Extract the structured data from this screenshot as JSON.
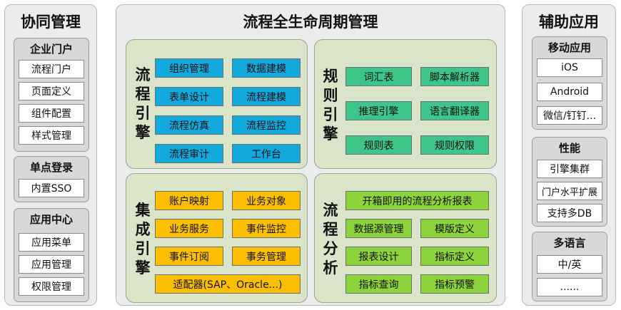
{
  "left": {
    "title": "协同管理",
    "groups": [
      {
        "title": "企业门户",
        "items": [
          "流程门户",
          "页面定义",
          "组件配置",
          "样式管理"
        ]
      },
      {
        "title": "单点登录",
        "items": [
          "内置SSO"
        ]
      },
      {
        "title": "应用中心",
        "items": [
          "应用菜单",
          "应用管理",
          "权限管理"
        ]
      }
    ]
  },
  "center": {
    "title": "流程全生命周期管理",
    "process_engine": {
      "label": [
        "流",
        "程",
        "引",
        "擎"
      ],
      "items": [
        "组织管理",
        "数据建模",
        "表单设计",
        "流程建模",
        "流程仿真",
        "流程监控",
        "流程审计",
        "工作台"
      ]
    },
    "rule_engine": {
      "label": [
        "规",
        "则",
        "引",
        "擎"
      ],
      "items": [
        "词汇表",
        "脚本解析器",
        "推理引擎",
        "语言翻译器",
        "规则表",
        "规则权限"
      ]
    },
    "integration_engine": {
      "label": [
        "集",
        "成",
        "引",
        "擎"
      ],
      "items": [
        "账户映射",
        "业务对象",
        "业务服务",
        "事件监控",
        "事件订阅",
        "事务管理",
        "适配器(SAP、Oracle...)"
      ]
    },
    "process_analytics": {
      "label": [
        "流",
        "程",
        "分",
        "析"
      ],
      "items": [
        "开箱即用的流程分析报表",
        "数据源管理",
        "模版定义",
        "报表设计",
        "指标定义",
        "指标查询",
        "指标预警"
      ]
    }
  },
  "right": {
    "title": "辅助应用",
    "groups": [
      {
        "title": "移动应用",
        "items": [
          "iOS",
          "Android",
          "微信/钉钉..."
        ]
      },
      {
        "title": "性能",
        "items": [
          "引擎集群",
          "门户水平扩展",
          "支持多DB"
        ]
      },
      {
        "title": "多语言",
        "items": [
          "中/英",
          "......"
        ]
      }
    ]
  },
  "colors": {
    "process_engine": "#13a9dd",
    "rule_engine": "#3dc58a",
    "integration_engine": "#fbbf00",
    "process_analytics": "#8dd43c",
    "sub_background": "#d9e4c8"
  }
}
